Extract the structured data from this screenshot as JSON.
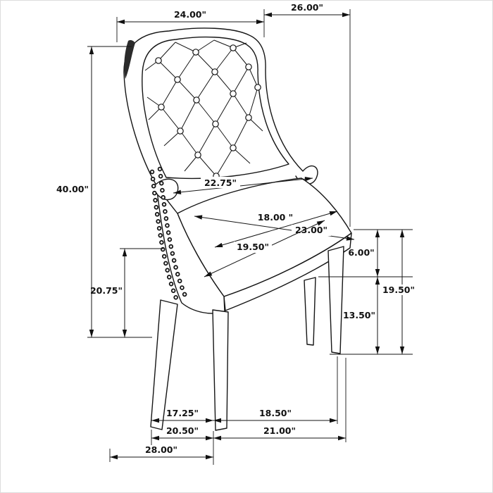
{
  "diagram": {
    "type": "furniture-dimension-drawing",
    "subject": "tufted wingback chair"
  },
  "dims": {
    "back_width": "24.00\"",
    "top_depth": "26.00\"",
    "overall_height": "40.00\"",
    "arm_height": "20.75\"",
    "inner_back_width": "22.75\"",
    "seat_width": "18.00 \"",
    "seat_diagonal": "23.00\"",
    "seat_depth": "19.50\"",
    "cushion_thickness": "6.00\"",
    "leg_height": "13.50\"",
    "seat_height": "19.50\"",
    "front_leg_span": "17.25\"",
    "side_leg_span": "18.50\"",
    "base_front_width": "20.50\"",
    "base_side_depth": "21.00\"",
    "overall_base_width": "28.00\""
  }
}
